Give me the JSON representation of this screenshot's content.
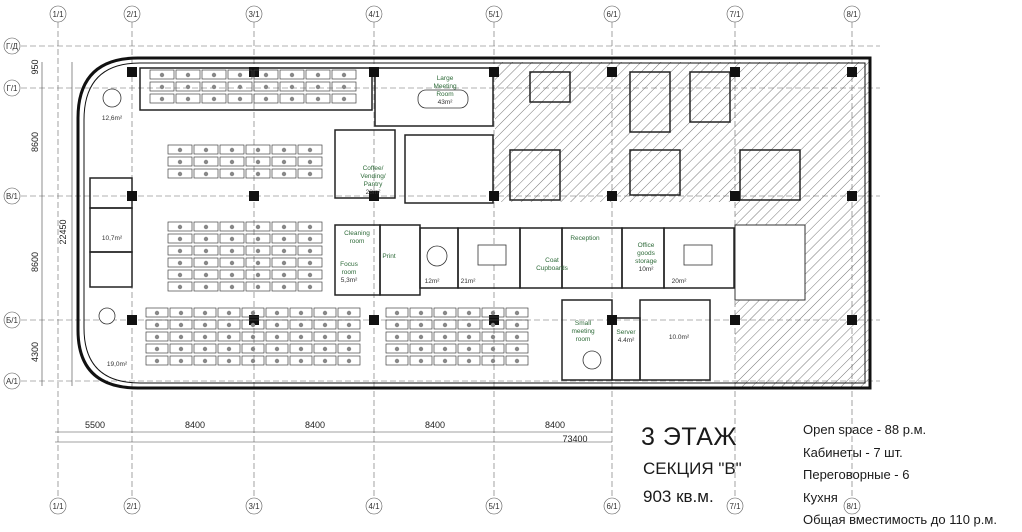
{
  "grid": {
    "columns": [
      "1/1",
      "2/1",
      "3/1",
      "4/1",
      "5/1",
      "6/1",
      "7/1",
      "8/1"
    ],
    "rows": [
      "Г/Д",
      "Г/1",
      "В/1",
      "Б/1",
      "А/1"
    ]
  },
  "dimensions": {
    "vertical": [
      "950",
      "8600",
      "22450",
      "8600",
      "4300"
    ],
    "horizontal": [
      "5500",
      "8400",
      "8400",
      "8400",
      "8400"
    ],
    "total": "73400"
  },
  "rooms": [
    {
      "name": "Large Meeting Room",
      "area": "43m²"
    },
    {
      "name": "Coffee/ Vending/ Pantry",
      "area": "28m²"
    },
    {
      "name": "Cleaning room",
      "area": ""
    },
    {
      "name": "Focus room",
      "area": "5,3m²"
    },
    {
      "name": "Print",
      "area": ""
    },
    {
      "name": "",
      "area": "12m²"
    },
    {
      "name": "",
      "area": "21m²"
    },
    {
      "name": "Coat Cupboards",
      "area": ""
    },
    {
      "name": "Reception",
      "area": ""
    },
    {
      "name": "Office goods storage",
      "area": "10m²"
    },
    {
      "name": "",
      "area": "20m²"
    },
    {
      "name": "Small meeting room",
      "area": ""
    },
    {
      "name": "Server",
      "area": "4.4m²"
    },
    {
      "name": "",
      "area": "10.0m²"
    },
    {
      "name": "",
      "area": "12,6m²"
    },
    {
      "name": "",
      "area": "10,7m²"
    },
    {
      "name": "",
      "area": "19,0m²"
    }
  ],
  "title": {
    "floor": "3 ЭТАЖ",
    "section": "СЕКЦИЯ \"B\"",
    "area": "903 кв.м."
  },
  "stats": [
    "Open space - 88 р.м.",
    "Кабинеты - 7 шт.",
    "Переговорные - 6",
    "Кухня",
    "Общая вместимость до 110 р.м."
  ]
}
